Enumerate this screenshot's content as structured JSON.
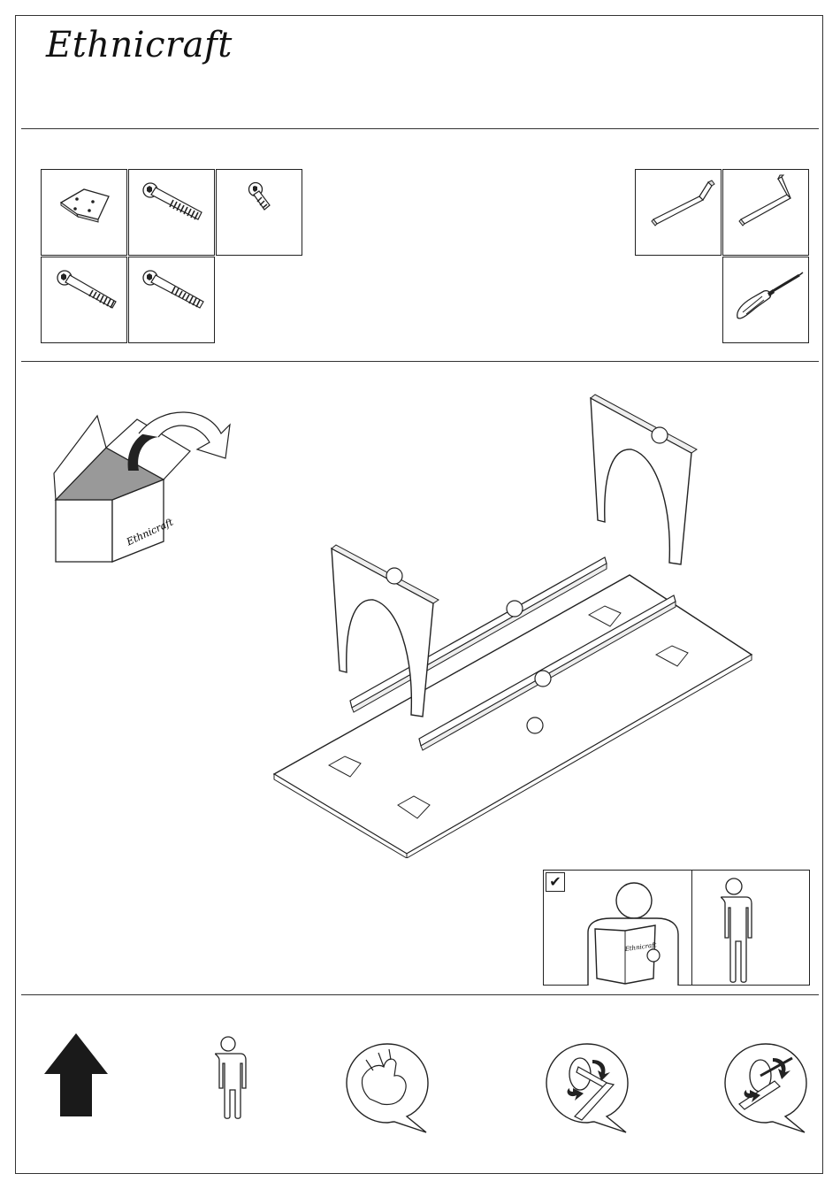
{
  "header": {
    "brand": "Ethnicraft"
  },
  "hardware": {
    "parts": [
      {
        "name": "mounting-plate",
        "icon": "mounting-plate-icon"
      },
      {
        "name": "long-bolt",
        "icon": "long-bolt-icon"
      },
      {
        "name": "short-screw",
        "icon": "short-screw-icon"
      },
      {
        "name": "bolt-a",
        "icon": "bolt-icon"
      },
      {
        "name": "bolt-b",
        "icon": "bolt-icon"
      }
    ],
    "tools": [
      {
        "name": "allen-key-large",
        "icon": "allen-key-icon"
      },
      {
        "name": "allen-key-small",
        "icon": "allen-key-icon"
      },
      {
        "name": "screwdriver",
        "icon": "screwdriver-icon"
      }
    ]
  },
  "step": {
    "box_brand": "Ethnicraft",
    "manual_brand": "Ethnicraft",
    "check_mark": "✔"
  },
  "colors": {
    "line": "#222222",
    "box_fill": "#999999",
    "arrow_fill": "#1a1a1a",
    "background": "#ffffff"
  }
}
